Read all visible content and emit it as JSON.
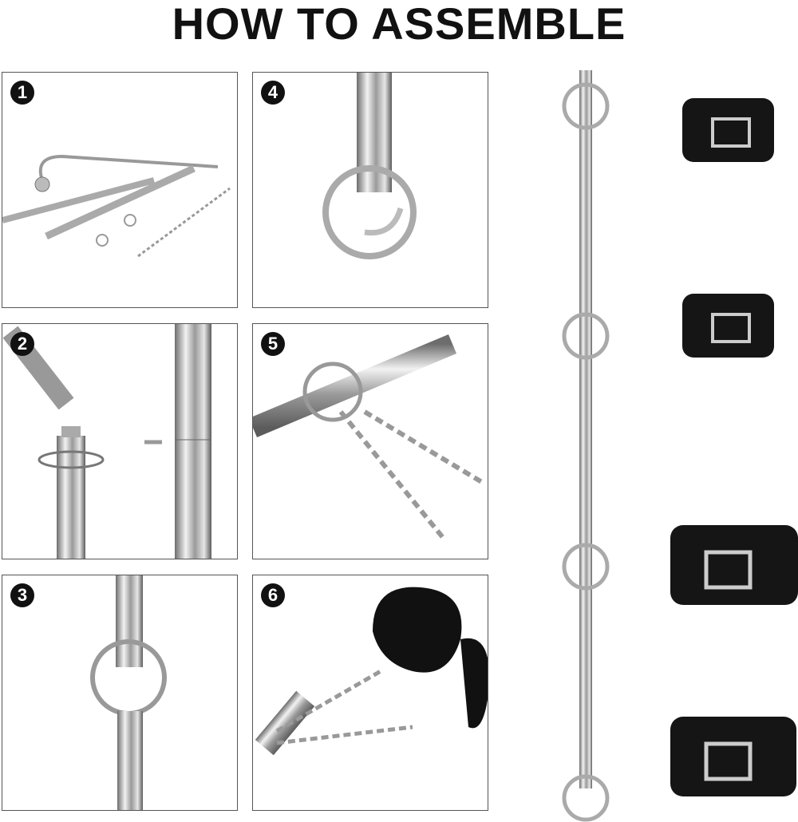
{
  "title": "HOW TO ASSEMBLE",
  "steps": [
    {
      "number": "1"
    },
    {
      "number": "2"
    },
    {
      "number": "3"
    },
    {
      "number": "4"
    },
    {
      "number": "5"
    },
    {
      "number": "6"
    }
  ]
}
